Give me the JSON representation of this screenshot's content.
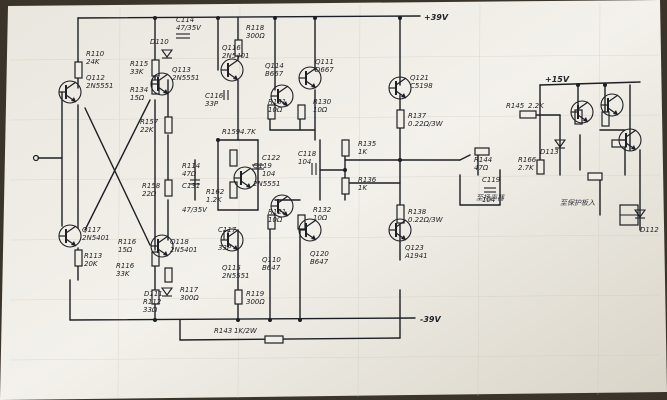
{
  "rails": {
    "pos": "+39V",
    "neg": "-39V",
    "aux": "+15V"
  },
  "notes": {
    "relay": "至扬声器",
    "protect": "至保护板入"
  },
  "transistors": {
    "q112": {
      "ref": "Q112",
      "part": "2N5551"
    },
    "q113": {
      "ref": "Q113",
      "part": "2N5551"
    },
    "q116": {
      "ref": "Q116",
      "part": "2N5401"
    },
    "q114": {
      "ref": "Q114",
      "part": "B667"
    },
    "q111": {
      "ref": "Q111",
      "part": "D667"
    },
    "q121": {
      "ref": "Q121",
      "part": "C5198"
    },
    "q119": {
      "ref": "Q119",
      "part": "2N5551"
    },
    "q117": {
      "ref": "Q117",
      "part": "2N5401"
    },
    "q118": {
      "ref": "Q118",
      "part": "2N5401"
    },
    "q115": {
      "ref": "Q115",
      "part": "2N5551"
    },
    "q110": {
      "ref": "Q110",
      "part": "B647"
    },
    "q120": {
      "ref": "Q120",
      "part": "B647"
    },
    "q123": {
      "ref": "Q123",
      "part": "A1941"
    }
  },
  "resistors": {
    "r110": {
      "ref": "R110",
      "val": "24K"
    },
    "r115": {
      "ref": "R115",
      "val": "33K"
    },
    "r116": {
      "ref": "R116",
      "val": "33K"
    },
    "r134": {
      "ref": "R134",
      "val": "15Ω"
    },
    "r157": {
      "ref": "R157",
      "val": "22K"
    },
    "r158": {
      "ref": "R158",
      "val": "22Ω"
    },
    "r113": {
      "ref": "R113",
      "val": "20K"
    },
    "r116b": {
      "ref": "R116",
      "val": "15Ω"
    },
    "r112": {
      "ref": "R112",
      "val": "33Ω"
    },
    "r114": {
      "ref": "R114",
      "val": "47Ω"
    },
    "r117": {
      "ref": "R117",
      "val": "300Ω"
    },
    "r118": {
      "ref": "R118",
      "val": "300Ω"
    },
    "r119": {
      "ref": "R119",
      "val": "300Ω"
    },
    "r121": {
      "ref": "R121",
      "val": "10Ω"
    },
    "r130": {
      "ref": "R130",
      "val": "10Ω"
    },
    "r131": {
      "ref": "R131",
      "val": "10Ω"
    },
    "r132": {
      "ref": "R132",
      "val": "10Ω"
    },
    "r135": {
      "ref": "R135",
      "val": "1K"
    },
    "r136": {
      "ref": "R136",
      "val": "1K"
    },
    "r137": {
      "ref": "R137",
      "val": "0.22Ω/3W"
    },
    "r138": {
      "ref": "R138",
      "val": "0.22Ω/3W"
    },
    "r162": {
      "ref": "R162",
      "val": "1.2K"
    },
    "r159": {
      "ref": "R159",
      "val": "4.7K"
    },
    "r145": {
      "ref": "R145",
      "val": "2.2K"
    },
    "r166": {
      "ref": "R166",
      "val": "2.7K"
    },
    "r143": {
      "ref": "R143",
      "val": "1K/2W"
    },
    "r144": {
      "ref": "R144",
      "val": "47Ω"
    }
  },
  "capacitors": {
    "c114": {
      "ref": "C114",
      "val": "47/35V"
    },
    "c116": {
      "ref": "C116",
      "val": "33P"
    },
    "c117": {
      "ref": "C117",
      "val": "33P"
    },
    "c118": {
      "ref": "C118",
      "val": "104"
    },
    "c119": {
      "ref": "C119",
      "val": "104"
    },
    "c122": {
      "ref": "C122",
      "val": "104"
    },
    "c131": {
      "ref": "C131",
      "val": "47/35V"
    }
  },
  "diodes": {
    "d110": {
      "ref": "D110"
    },
    "d111": {
      "ref": "D111"
    },
    "d113": {
      "ref": "D113"
    },
    "d112": {
      "ref": "D112"
    }
  }
}
